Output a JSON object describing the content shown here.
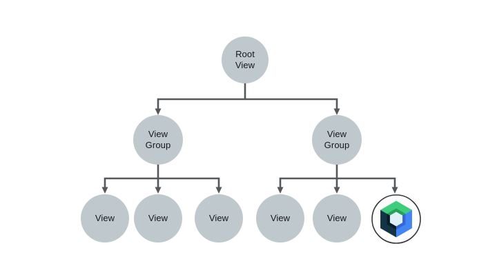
{
  "colors": {
    "background": "#ffffff",
    "node_fill": "#bfc8cd",
    "connector": "#54585b",
    "label_text": "#15181a",
    "compose": {
      "circle_fill": "#ffffff",
      "circle_stroke": "#34383b",
      "green": "#3ecd7d",
      "green_dark": "#28a05a",
      "blue": "#4285f4",
      "blue_dark": "#3367d6",
      "navy": "#123445",
      "navy_dark": "#071e2a",
      "hex_center": "#dff0fa"
    }
  },
  "tree": {
    "root": {
      "label": "Root\nView"
    },
    "view_groups": [
      {
        "label": "View\nGroup"
      },
      {
        "label": "View\nGroup"
      }
    ],
    "left_group_children": [
      {
        "label": "View"
      },
      {
        "label": "View"
      },
      {
        "label": "View"
      }
    ],
    "right_group_children": [
      {
        "label": "View"
      },
      {
        "label": "View"
      }
    ],
    "compose_node": {
      "icon": "jetpack-compose-icon"
    }
  }
}
